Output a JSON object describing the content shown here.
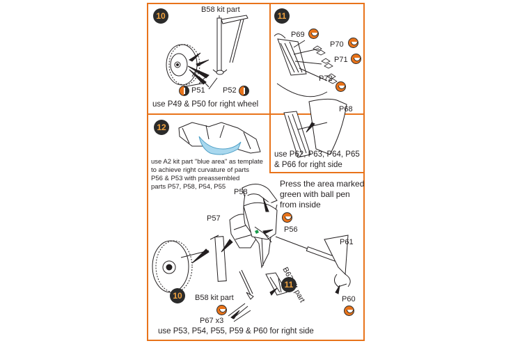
{
  "panel_top_left": {
    "step": "10",
    "kit_part": "B58 kit part",
    "parts": [
      "P51",
      "P52"
    ],
    "caption": "use P49 & P50 for right wheel"
  },
  "panel_top_right": {
    "step": "11",
    "parts": [
      "P69",
      "P70",
      "P71",
      "P72",
      "P68"
    ],
    "caption_line1": "use P62, P63, P64, P65",
    "caption_line2": "& P66 for right side"
  },
  "panel_bottom": {
    "step": "12",
    "note_line1": "use A2 kit part \"blue area\" as template",
    "note_line2": "to achieve right curvature of parts",
    "note_line3": "P56 & P53 with preassembled",
    "note_line4": "parts P57, P58, P54, P55",
    "press_line1": "Press the area marked",
    "press_line2": "green with ball pen",
    "press_line3": "from inside",
    "labels": {
      "p58": "P58",
      "p57": "P57",
      "p56": "P56",
      "p61": "P61",
      "p60": "P60",
      "b63": "B63 kit part",
      "b58": "B58 kit part",
      "p67": "P67 x3"
    },
    "step_ref_10": "10",
    "step_ref_11": "11",
    "caption": "use P53, P54, P55, P59 & P60 for right side"
  },
  "colors": {
    "frame": "#e8731a",
    "badge_bg": "#2b2b2b",
    "badge_text": "#f0a340",
    "template_blue": "#a9d8ee",
    "green_mark": "#1a9a4a"
  }
}
